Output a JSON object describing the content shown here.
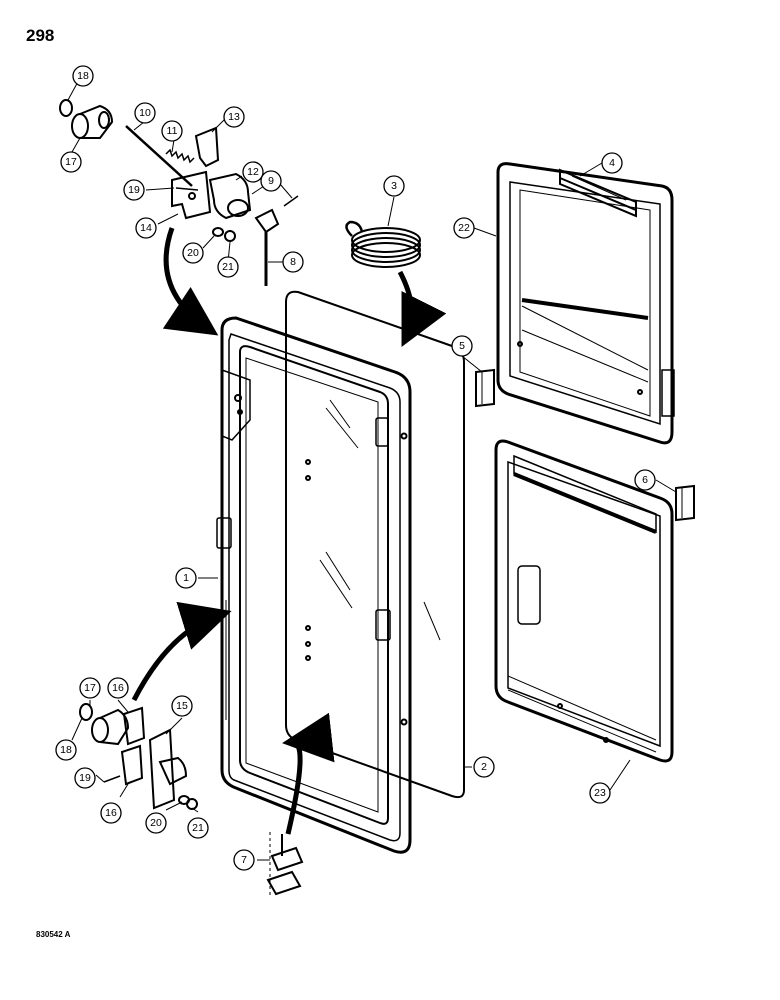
{
  "page_number": "298",
  "figure_id": "830542 A",
  "callouts": [
    {
      "id": "c18a",
      "label": "18"
    },
    {
      "id": "c17a",
      "label": "17"
    },
    {
      "id": "c10",
      "label": "10"
    },
    {
      "id": "c11",
      "label": "11"
    },
    {
      "id": "c13",
      "label": "13"
    },
    {
      "id": "c12",
      "label": "12"
    },
    {
      "id": "c9",
      "label": "9"
    },
    {
      "id": "c19a",
      "label": "19"
    },
    {
      "id": "c14",
      "label": "14"
    },
    {
      "id": "c20a",
      "label": "20"
    },
    {
      "id": "c21a",
      "label": "21"
    },
    {
      "id": "c8",
      "label": "8"
    },
    {
      "id": "c3",
      "label": "3"
    },
    {
      "id": "c4",
      "label": "4"
    },
    {
      "id": "c22",
      "label": "22"
    },
    {
      "id": "c5",
      "label": "5"
    },
    {
      "id": "c6",
      "label": "6"
    },
    {
      "id": "c1",
      "label": "1"
    },
    {
      "id": "c2",
      "label": "2"
    },
    {
      "id": "c23",
      "label": "23"
    },
    {
      "id": "c17b",
      "label": "17"
    },
    {
      "id": "c16a",
      "label": "16"
    },
    {
      "id": "c15",
      "label": "15"
    },
    {
      "id": "c18b",
      "label": "18"
    },
    {
      "id": "c19b",
      "label": "19"
    },
    {
      "id": "c16b",
      "label": "16"
    },
    {
      "id": "c20b",
      "label": "20"
    },
    {
      "id": "c21b",
      "label": "21"
    },
    {
      "id": "c7",
      "label": "7"
    }
  ]
}
